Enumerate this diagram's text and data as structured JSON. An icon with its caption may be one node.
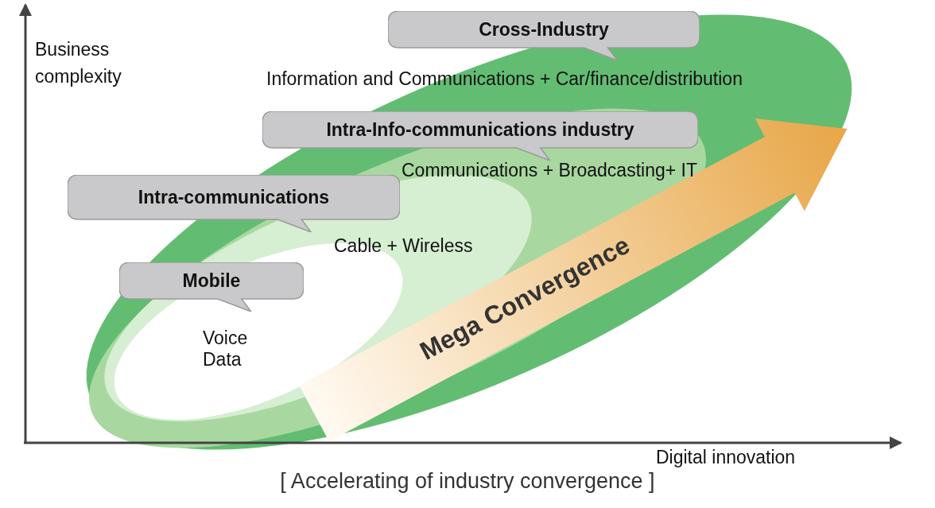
{
  "diagram": {
    "caption": "[ Accelerating of industry convergence ]",
    "nodes": [
      {
        "text": [
          "Cross-Industry",
          "Information and Communications + Car/finance/distribution"
        ]
      },
      {
        "text": [
          "Intra-Info-communications industry",
          "Communications + Broadcasting+ IT"
        ],
        "in": 0
      },
      {
        "text": [
          "Intra-communications",
          "Cable + Wireless"
        ],
        "in": 1
      },
      {
        "text": [
          "Mobile",
          "Voice Data"
        ],
        "in": 2
      }
    ],
    "labels": [
      "Business complexity",
      "Mega Convergence",
      "Digital innovation"
    ]
  }
}
